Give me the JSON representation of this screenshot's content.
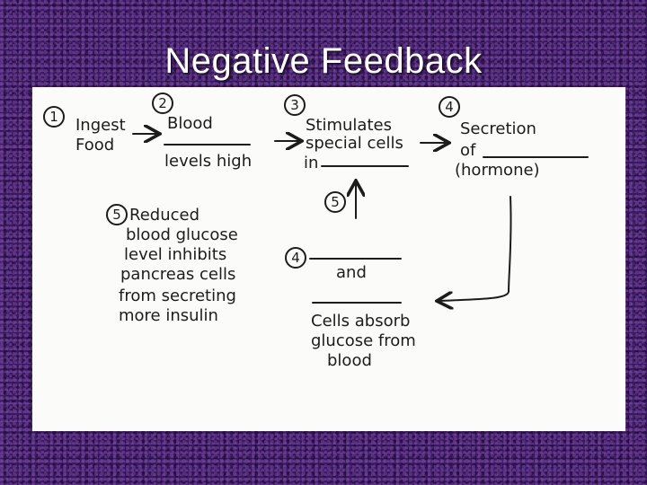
{
  "slide": {
    "title": "Negative Feedback"
  },
  "diagram": {
    "step1": {
      "number": "1",
      "line1": "Ingest",
      "line2": "Food"
    },
    "step2": {
      "number": "2",
      "line1": "Blood",
      "line2": "levels high"
    },
    "step3": {
      "number": "3",
      "line1": "Stimulates",
      "line2": "special cells",
      "line3": "in"
    },
    "step4a": {
      "number": "4",
      "line1": "Secretion",
      "line2": "of",
      "line3": "(hormone)"
    },
    "step5a": {
      "number": "5"
    },
    "step4b": {
      "number": "4",
      "mid": "and",
      "line1": "Cells absorb",
      "line2": "glucose from",
      "line3": "blood"
    },
    "step5b": {
      "number": "5",
      "line1": "Reduced",
      "line2": "blood glucose",
      "line3": "level inhibits",
      "line4": "pancreas cells",
      "line5": "from secreting",
      "line6": "more insulin"
    }
  }
}
